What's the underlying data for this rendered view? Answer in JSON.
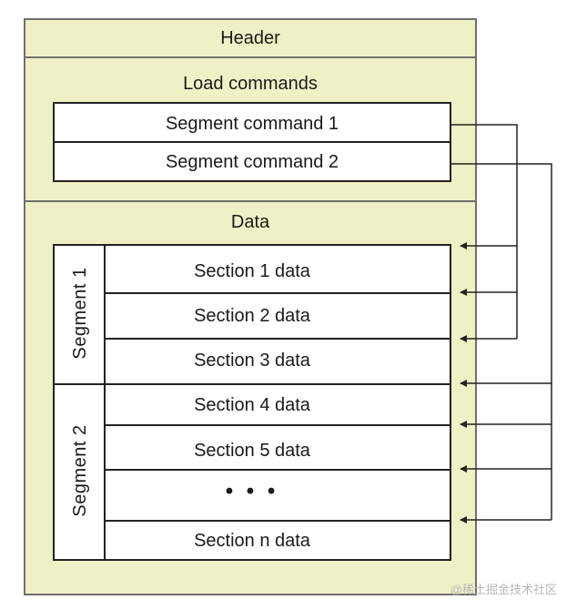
{
  "diagram": {
    "header_label": "Header",
    "load_commands_label": "Load commands",
    "segment_commands": [
      "Segment command 1",
      "Segment command 2"
    ],
    "data_label": "Data",
    "segments": [
      {
        "label": "Segment 1",
        "sections": [
          "Section 1 data",
          "Section 2 data",
          "Section 3 data"
        ]
      },
      {
        "label": "Segment 2",
        "sections": [
          "Section 4 data",
          "Section 5 data",
          "• • •",
          "Section n data"
        ]
      }
    ],
    "watermark": "@稀土掘金技术社区"
  }
}
